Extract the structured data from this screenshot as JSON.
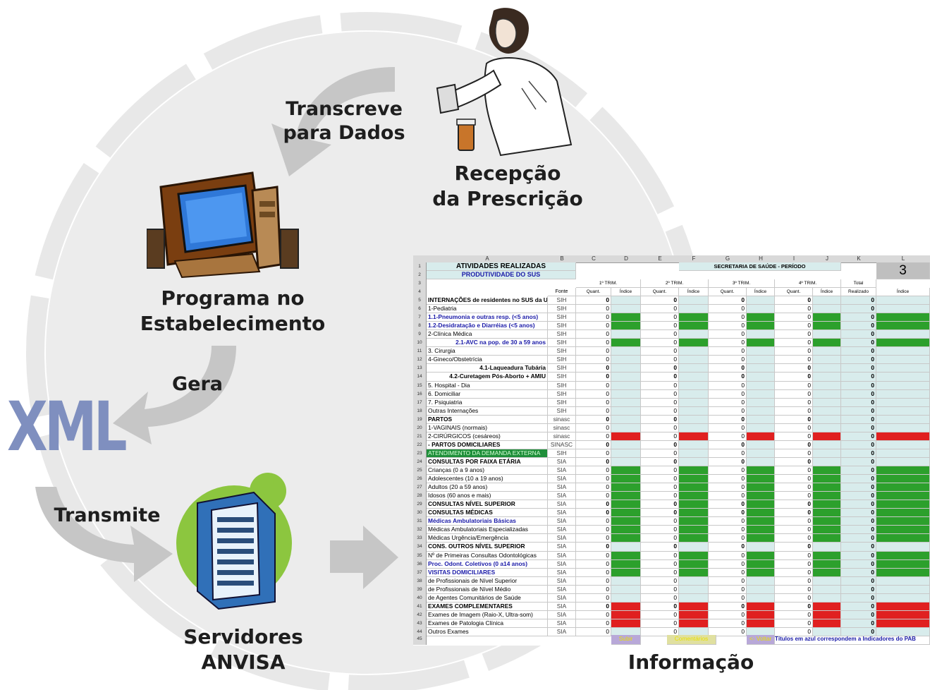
{
  "labels": {
    "transcreve": [
      "Transcreve",
      "para Dados"
    ],
    "recepcao": [
      "Recepção",
      "da Prescrição"
    ],
    "programa": [
      "Programa no",
      "Estabelecimento"
    ],
    "gera": "Gera",
    "xml": "XML",
    "transmite": "Transmite",
    "servidores": [
      "Servidores",
      "ANVISA"
    ],
    "informacao": "Informação"
  },
  "colors": {
    "ring": "#e8e8e8",
    "arrow": "#c6c6c6",
    "xml": "#7f8fbf",
    "server_green": "#8cc63f",
    "sheet_green": "#2ca02c",
    "sheet_red": "#e02020",
    "sheet_lightblue": "#d8ecec"
  },
  "spreadsheet": {
    "columns": [
      "A",
      "B",
      "C",
      "D",
      "E",
      "F",
      "G",
      "H",
      "I",
      "J",
      "K",
      "L"
    ],
    "title1": "ATIVIDADES REALIZADAS",
    "title2": "PRODUTIVIDADE DO SUS",
    "secretaria": "SECRETARIA DE SAÚDE - PERÍODO",
    "big_number": "3",
    "trims": [
      "1º TRIM.",
      "2º TRIM.",
      "3º TRIM.",
      "4º TRIM."
    ],
    "total": "Total",
    "fonte": "Fonte",
    "quant": "Quant.",
    "indice": "Índice",
    "realizado": "Realizado",
    "footer_buttons": [
      "Subir",
      "Comentários",
      "<- Voltar"
    ],
    "footer_note": "Títulos em azul correspondem a Indicadores do PAB",
    "rows": [
      {
        "n": "5",
        "label": "INTERNAÇÕES  de residentes no SUS da U",
        "fonte": "SIH",
        "style": "b",
        "q": [
          "0",
          "0",
          "0",
          "0"
        ],
        "tot": "0",
        "fill": ""
      },
      {
        "n": "6",
        "label": "  1-Pediatria",
        "fonte": "SIH",
        "style": "",
        "q": [
          "0",
          "0",
          "0",
          "0"
        ],
        "tot": "0",
        "fill": ""
      },
      {
        "n": "7",
        "label": "  1.1-Pneumonia e outras resp. (<5 anos)",
        "fonte": "SIH",
        "style": "blue",
        "q": [
          "0",
          "0",
          "0",
          "0"
        ],
        "tot": "0",
        "fill": "g"
      },
      {
        "n": "8",
        "label": "    1.2-Desidratação e Diarréias (<5 anos)",
        "fonte": "SIH",
        "style": "blue",
        "q": [
          "0",
          "0",
          "0",
          "0"
        ],
        "tot": "0",
        "fill": "g"
      },
      {
        "n": "9",
        "label": "  2-Clínica Médica",
        "fonte": "SIH",
        "style": "",
        "q": [
          "0",
          "0",
          "0",
          "0"
        ],
        "tot": "0",
        "fill": ""
      },
      {
        "n": "10",
        "label": "2.1-AVC na pop. de 30 a 59 anos",
        "fonte": "SIH",
        "style": "blue-r",
        "q": [
          "0",
          "0",
          "0",
          "0"
        ],
        "tot": "0",
        "fill": "g"
      },
      {
        "n": "11",
        "label": " 3. Cirurgia",
        "fonte": "SIH",
        "style": "",
        "q": [
          "0",
          "0",
          "0",
          "0"
        ],
        "tot": "0",
        "fill": ""
      },
      {
        "n": "12",
        "label": " 4-Gineco/Obstetrícia",
        "fonte": "SIH",
        "style": "",
        "q": [
          "0",
          "0",
          "0",
          "0"
        ],
        "tot": "0",
        "fill": ""
      },
      {
        "n": "13",
        "label": "4.1-Laqueadura Tubária",
        "fonte": "SIH",
        "style": "b-r",
        "q": [
          "0",
          "0",
          "0",
          "0"
        ],
        "tot": "0",
        "fill": ""
      },
      {
        "n": "14",
        "label": "4.2-Curetagem Pós-Aborto + AMIU",
        "fonte": "SIH",
        "style": "b-r",
        "q": [
          "0",
          "0",
          "0",
          "0"
        ],
        "tot": "0",
        "fill": ""
      },
      {
        "n": "15",
        "label": " 5. Hospital - Dia",
        "fonte": "SIH",
        "style": "",
        "q": [
          "0",
          "0",
          "0",
          "0"
        ],
        "tot": "0",
        "fill": ""
      },
      {
        "n": "16",
        "label": " 6. Domiciliar",
        "fonte": "SIH",
        "style": "",
        "q": [
          "0",
          "0",
          "0",
          "0"
        ],
        "tot": "0",
        "fill": ""
      },
      {
        "n": "17",
        "label": " 7. Psiquiatria",
        "fonte": "SIH",
        "style": "",
        "q": [
          "0",
          "0",
          "0",
          "0"
        ],
        "tot": "0",
        "fill": ""
      },
      {
        "n": "18",
        "label": " Outras Internações",
        "fonte": "SIH",
        "style": "",
        "q": [
          "0",
          "0",
          "0",
          "0"
        ],
        "tot": "0",
        "fill": ""
      },
      {
        "n": "19",
        "label": "PARTOS",
        "fonte": "sinasc",
        "style": "b",
        "q": [
          "0",
          "0",
          "0",
          "0"
        ],
        "tot": "0",
        "fill": ""
      },
      {
        "n": "20",
        "label": "    1-VAGINAIS (normais)",
        "fonte": "sinasc",
        "style": "",
        "q": [
          "0",
          "0",
          "0",
          "0"
        ],
        "tot": "0",
        "fill": ""
      },
      {
        "n": "21",
        "label": "    2-CIRÚRGICOS (cesáreos)",
        "fonte": "sinasc",
        "style": "",
        "q": [
          "0",
          "0",
          "0",
          "0"
        ],
        "tot": "0",
        "fill": "r"
      },
      {
        "n": "22",
        "label": "  - PARTOS DOMICILIARES",
        "fonte": "SINASC",
        "style": "b",
        "q": [
          "0",
          "0",
          "0",
          "0"
        ],
        "tot": "0",
        "fill": ""
      },
      {
        "n": "23",
        "label": "ATENDIMENTO DA DEMANDA EXTERNA",
        "fonte": "SIH",
        "style": "green-bar",
        "q": [
          "0",
          "0",
          "0",
          "0"
        ],
        "tot": "0",
        "fill": ""
      },
      {
        "n": "24",
        "label": "CONSULTAS POR FAIXA ETÁRIA",
        "fonte": "SIA",
        "style": "b",
        "q": [
          "0",
          "0",
          "0",
          "0"
        ],
        "tot": "0",
        "fill": ""
      },
      {
        "n": "25",
        "label": "Crianças (0 a 9 anos)",
        "fonte": "SIA",
        "style": "",
        "q": [
          "0",
          "0",
          "0",
          "0"
        ],
        "tot": "0",
        "fill": "g"
      },
      {
        "n": "26",
        "label": "Adolescentes (10 a 19 anos)",
        "fonte": "SIA",
        "style": "",
        "q": [
          "0",
          "0",
          "0",
          "0"
        ],
        "tot": "0",
        "fill": "g"
      },
      {
        "n": "27",
        "label": "Adultos (20 a 59 anos)",
        "fonte": "SIA",
        "style": "",
        "q": [
          "0",
          "0",
          "0",
          "0"
        ],
        "tot": "0",
        "fill": "g"
      },
      {
        "n": "28",
        "label": "Idosos (60 anos e mais)",
        "fonte": "SIA",
        "style": "",
        "q": [
          "0",
          "0",
          "0",
          "0"
        ],
        "tot": "0",
        "fill": "g"
      },
      {
        "n": "29",
        "label": "CONSULTAS NÍVEL SUPERIOR",
        "fonte": "SIA",
        "style": "b",
        "q": [
          "0",
          "0",
          "0",
          "0"
        ],
        "tot": "0",
        "fill": "g"
      },
      {
        "n": "30",
        "label": "CONSULTAS MÉDICAS",
        "fonte": "SIA",
        "style": "b",
        "q": [
          "0",
          "0",
          "0",
          "0"
        ],
        "tot": "0",
        "fill": "g"
      },
      {
        "n": "31",
        "label": "  Médicas Ambulatoriais Básicas",
        "fonte": "SIA",
        "style": "blue",
        "q": [
          "0",
          "0",
          "0",
          "0"
        ],
        "tot": "0",
        "fill": "g"
      },
      {
        "n": "32",
        "label": "  Médicas Ambulatoriais Especializadas",
        "fonte": "SIA",
        "style": "",
        "q": [
          "0",
          "0",
          "0",
          "0"
        ],
        "tot": "0",
        "fill": "g"
      },
      {
        "n": "33",
        "label": "  Médicas Urgência/Emergência",
        "fonte": "SIA",
        "style": "",
        "q": [
          "0",
          "0",
          "0",
          "0"
        ],
        "tot": "0",
        "fill": "g"
      },
      {
        "n": "34",
        "label": "CONS. OUTROS NÍVEL SUPERIOR",
        "fonte": "SIA",
        "style": "b",
        "q": [
          "0",
          "0",
          "0",
          "0"
        ],
        "tot": "0",
        "fill": ""
      },
      {
        "n": "35",
        "label": "Nº de Primeiras Consultas Odontológicas",
        "fonte": "SIA",
        "style": "",
        "q": [
          "0",
          "0",
          "0",
          "0"
        ],
        "tot": "0",
        "fill": "g"
      },
      {
        "n": "36",
        "label": "Proc. Odont. Coletivos (0 a14 anos)",
        "fonte": "SIA",
        "style": "blue",
        "q": [
          "0",
          "0",
          "0",
          "0"
        ],
        "tot": "0",
        "fill": "g"
      },
      {
        "n": "37",
        "label": "VISITAS DOMICILIARES",
        "fonte": "SIA",
        "style": "blue",
        "q": [
          "0",
          "0",
          "0",
          "0"
        ],
        "tot": "0",
        "fill": "g"
      },
      {
        "n": "38",
        "label": "  de Profissionais de Nível Superior",
        "fonte": "SIA",
        "style": "",
        "q": [
          "0",
          "0",
          "0",
          "0"
        ],
        "tot": "0",
        "fill": ""
      },
      {
        "n": "39",
        "label": "  de Profissionais de Nível Médio",
        "fonte": "SIA",
        "style": "",
        "q": [
          "0",
          "0",
          "0",
          "0"
        ],
        "tot": "0",
        "fill": ""
      },
      {
        "n": "40",
        "label": "  de Agentes Comunitários de Saúde",
        "fonte": "SIA",
        "style": "",
        "q": [
          "0",
          "0",
          "0",
          "0"
        ],
        "tot": "0",
        "fill": ""
      },
      {
        "n": "41",
        "label": "EXAMES COMPLEMENTARES",
        "fonte": "SIA",
        "style": "b",
        "q": [
          "0",
          "0",
          "0",
          "0"
        ],
        "tot": "0",
        "fill": "r"
      },
      {
        "n": "42",
        "label": "  Exames de Imagem (Raio-X, Ultra-som)",
        "fonte": "SIA",
        "style": "",
        "q": [
          "0",
          "0",
          "0",
          "0"
        ],
        "tot": "0",
        "fill": "r"
      },
      {
        "n": "43",
        "label": "  Exames de Patologia Clínica",
        "fonte": "SIA",
        "style": "",
        "q": [
          "0",
          "0",
          "0",
          "0"
        ],
        "tot": "0",
        "fill": "r"
      },
      {
        "n": "44",
        "label": "  Outros Exames",
        "fonte": "SIA",
        "style": "",
        "q": [
          "0",
          "0",
          "0",
          "0"
        ],
        "tot": "0",
        "fill": ""
      }
    ]
  }
}
